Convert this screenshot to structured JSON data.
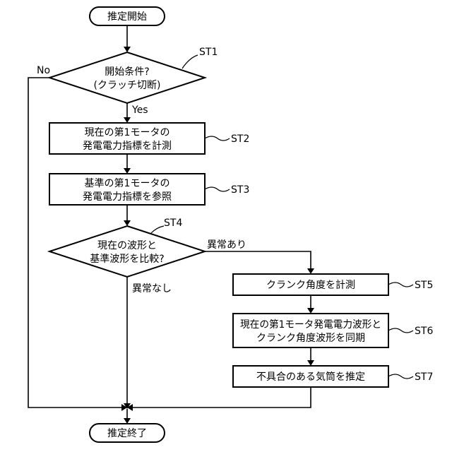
{
  "start": {
    "text": "推定開始"
  },
  "end": {
    "text": "推定終了"
  },
  "st1": {
    "step": "ST1",
    "line1": "開始条件?",
    "line2": "(クラッチ切断)",
    "yes": "Yes",
    "no": "No"
  },
  "st2": {
    "step": "ST2",
    "line1": "現在の第1モータの",
    "line2": "発電電力指標を計測"
  },
  "st3": {
    "step": "ST3",
    "line1": "基準の第1モータの",
    "line2": "発電電力指標を参照"
  },
  "st4": {
    "step": "ST4",
    "line1": "現在の波形と",
    "line2": "基準波形を比較?",
    "abnormal": "異常あり",
    "normal": "異常なし"
  },
  "st5": {
    "step": "ST5",
    "text": "クランク角度を計測"
  },
  "st6": {
    "step": "ST6",
    "line1": "現在の第1モータ発電電力波形と",
    "line2": "クランク角度波形を同期"
  },
  "st7": {
    "step": "ST7",
    "text": "不具合のある気筒を推定"
  }
}
